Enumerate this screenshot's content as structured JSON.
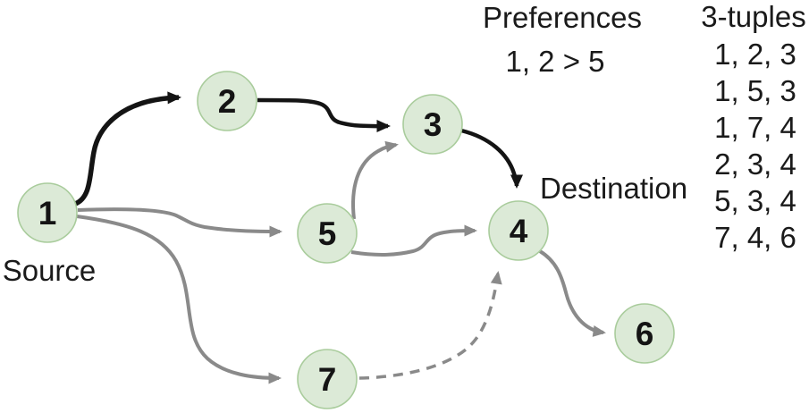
{
  "diagram": {
    "source_label": "Source",
    "destination_label": "Destination",
    "preferences": {
      "title": "Preferences",
      "value": "1, 2 > 5"
    },
    "tuples": {
      "title": "3-tuples",
      "items": [
        "1, 2, 3",
        "1, 5, 3",
        "1, 7, 4",
        "2, 3, 4",
        "5, 3, 4",
        "7, 4, 6"
      ]
    },
    "colors": {
      "node_fill": "#dcead7",
      "node_border": "#a9cc9c",
      "edge_primary": "#141414",
      "edge_secondary": "#8a8a8a",
      "text": "#1a1a1a",
      "background": "#ffffff"
    },
    "graph": {
      "nodes": [
        {
          "id": "1",
          "label": "1",
          "role": "source"
        },
        {
          "id": "2",
          "label": "2",
          "role": "intermediate"
        },
        {
          "id": "3",
          "label": "3",
          "role": "intermediate"
        },
        {
          "id": "4",
          "label": "4",
          "role": "destination"
        },
        {
          "id": "5",
          "label": "5",
          "role": "intermediate"
        },
        {
          "id": "6",
          "label": "6",
          "role": "intermediate"
        },
        {
          "id": "7",
          "label": "7",
          "role": "intermediate"
        }
      ],
      "edges": [
        {
          "from": "1",
          "to": "2",
          "style": "black-bold"
        },
        {
          "from": "2",
          "to": "3",
          "style": "black"
        },
        {
          "from": "3",
          "to": "4",
          "style": "black"
        },
        {
          "from": "1",
          "to": "5",
          "style": "gray"
        },
        {
          "from": "5",
          "to": "3",
          "style": "gray"
        },
        {
          "from": "5",
          "to": "4",
          "style": "gray"
        },
        {
          "from": "1",
          "to": "7",
          "style": "gray"
        },
        {
          "from": "7",
          "to": "4",
          "style": "gray-dashed"
        },
        {
          "from": "4",
          "to": "6",
          "style": "gray"
        }
      ]
    }
  }
}
